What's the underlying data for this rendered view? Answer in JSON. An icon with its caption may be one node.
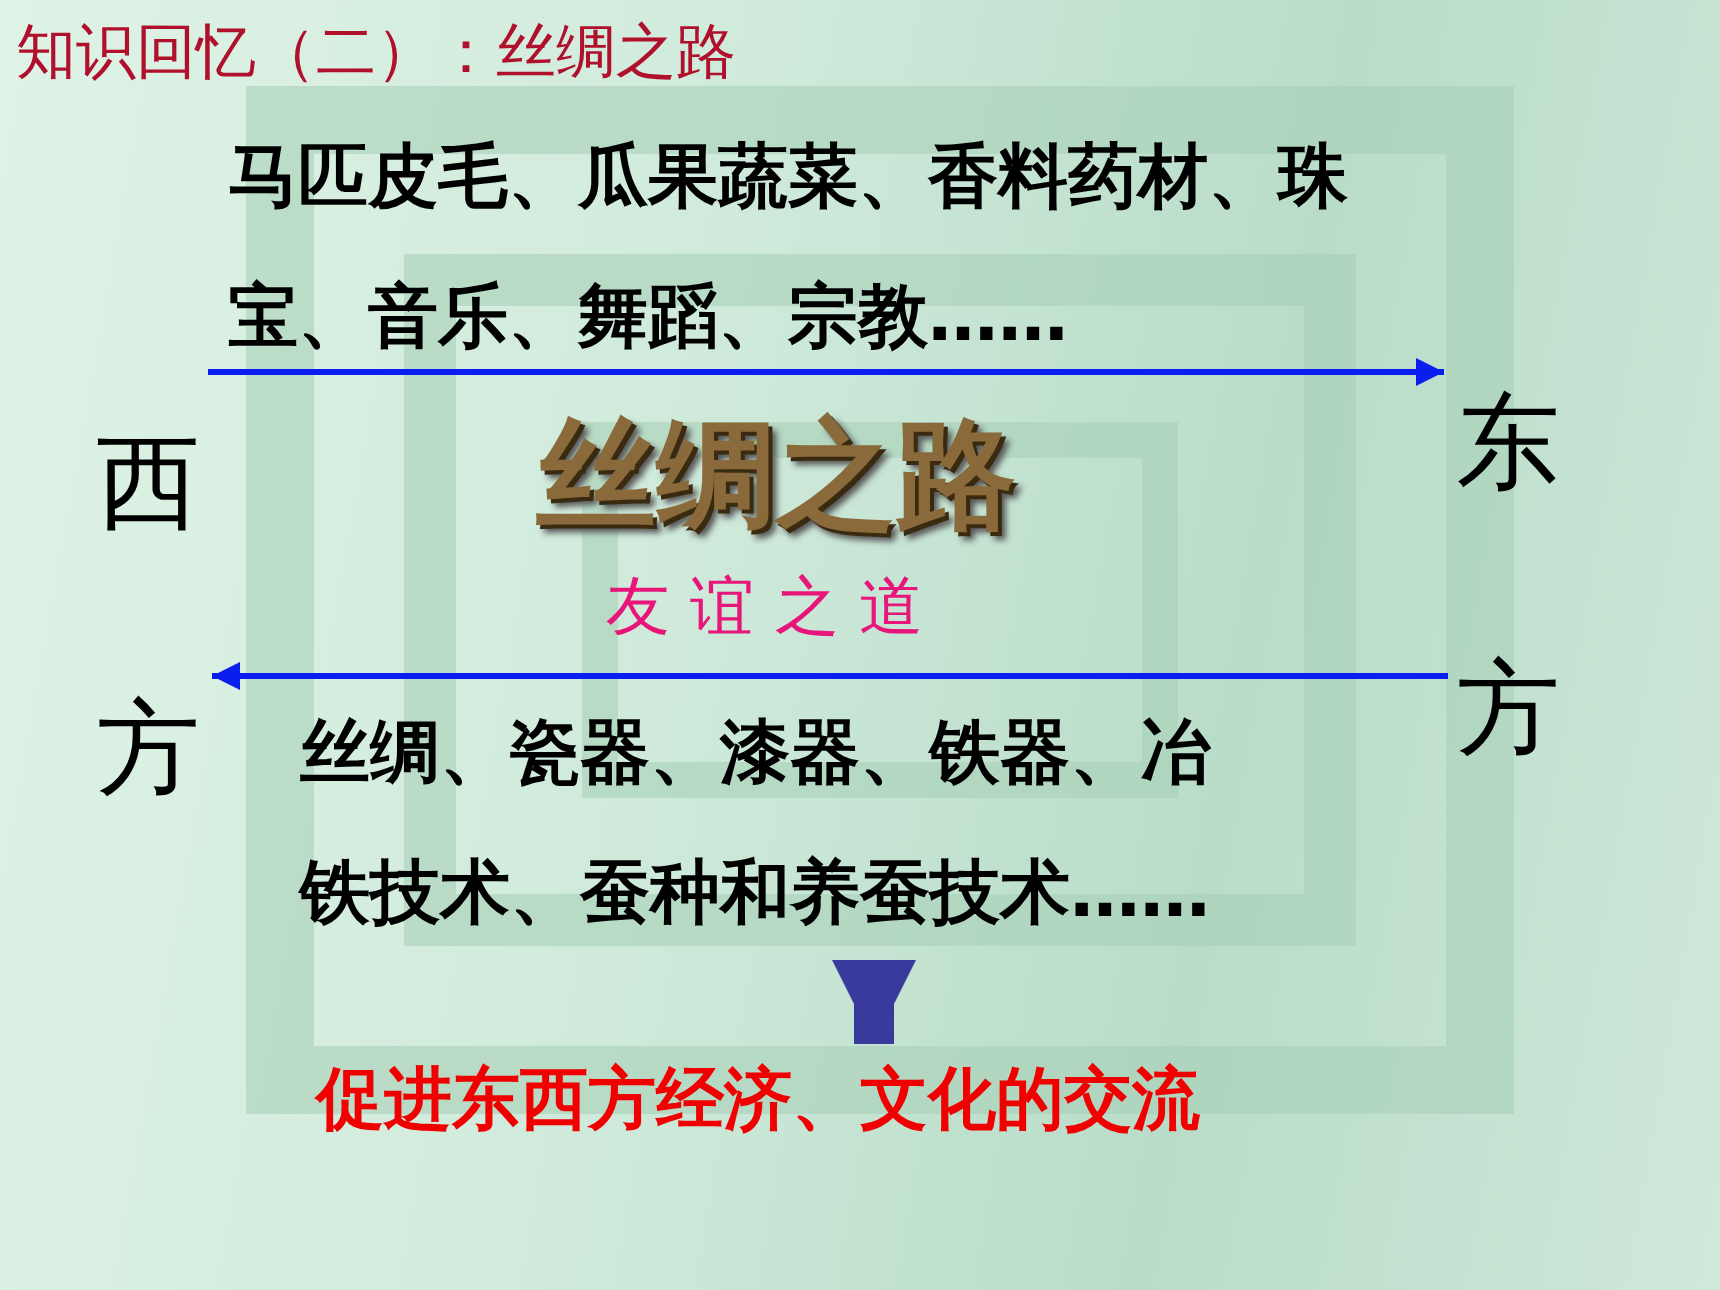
{
  "diagram": {
    "title": "知识回忆（二）：丝绸之路",
    "nodes": [
      {
        "text": [
          "西方"
        ]
      },
      {
        "text": [
          "东方"
        ]
      },
      {
        "text": [
          "丝绸、瓷器、漆器、铁器、冶铁技术、蚕种和养蚕技术……"
        ]
      },
      {
        "text": [
          "促进东西方经济、文化的交流"
        ]
      }
    ],
    "edges": [
      {
        "from": 0,
        "to": 1,
        "arrow": "to",
        "label": "马匹皮毛、瓜果蔬菜、香料药材、珠宝、音乐、舞蹈、宗教……"
      },
      {
        "from": 1,
        "to": 0,
        "arrow": "to"
      },
      {
        "from": 2,
        "to": 3,
        "arrow": "to",
        "style": "thick",
        "color": "#3a3a9c"
      }
    ],
    "labels": [
      "丝绸之路",
      "友 谊 之 道"
    ]
  }
}
